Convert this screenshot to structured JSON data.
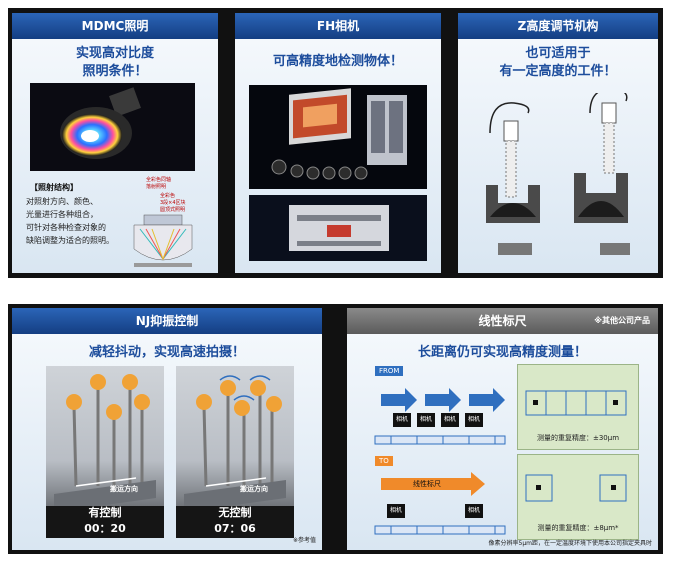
{
  "top": {
    "mdmc": {
      "title": "MDMC照明",
      "subtitle_l1": "实现高对比度",
      "subtitle_l2": "照明条件！",
      "structure_title": "【照射结构】",
      "structure_lines": [
        "对照射方向、颜色、",
        "光量进行各种组合，",
        "可针对各种检查对象的",
        "缺陷调整为适合的照明。"
      ],
      "diagram_label1": "全彩色同轴",
      "diagram_label1b": "落射照明",
      "diagram_label2": "全彩色",
      "diagram_label2b": "3段×4区块",
      "diagram_label2c": "圆顶式照明"
    },
    "fh": {
      "title": "FH相机",
      "subtitle": "可高精度地检测物体！"
    },
    "z": {
      "title": "Z高度调节机构",
      "subtitle_l1": "也可适用于",
      "subtitle_l2": "有一定高度的工件！"
    }
  },
  "bottom": {
    "nj": {
      "title": "NJ抑振控制",
      "subtitle": "减轻抖动，实现高速拍摄！",
      "left_dir": "搬运方向",
      "left_label": "有控制",
      "left_time": "00：20",
      "right_dir": "搬运方向",
      "right_label": "无控制",
      "right_time": "07：06",
      "footnote": "※参考值"
    },
    "linear": {
      "title": "线性标尺",
      "note": "※其他公司产品",
      "subtitle": "长距离仍可实现高精度测量！",
      "from_tag": "FROM",
      "to_tag": "TO",
      "camera_label": "相机",
      "linear_arrow_label": "线性标尺",
      "from_precision": "测量的重复精度：±30μm",
      "to_precision": "测量的重复精度：±8μm*",
      "footnote": "像素分辨率5μm距，在一定温度环境下使用本公司指定夹具时"
    }
  },
  "colors": {
    "header_blue": "#1f4f9e",
    "header_gray": "#6e6e6e",
    "subtitle_blue": "#1d4d9c",
    "ball_orange": "#f0a236",
    "arrow_blue": "#2f6fbf",
    "arrow_orange": "#f08a2a"
  }
}
